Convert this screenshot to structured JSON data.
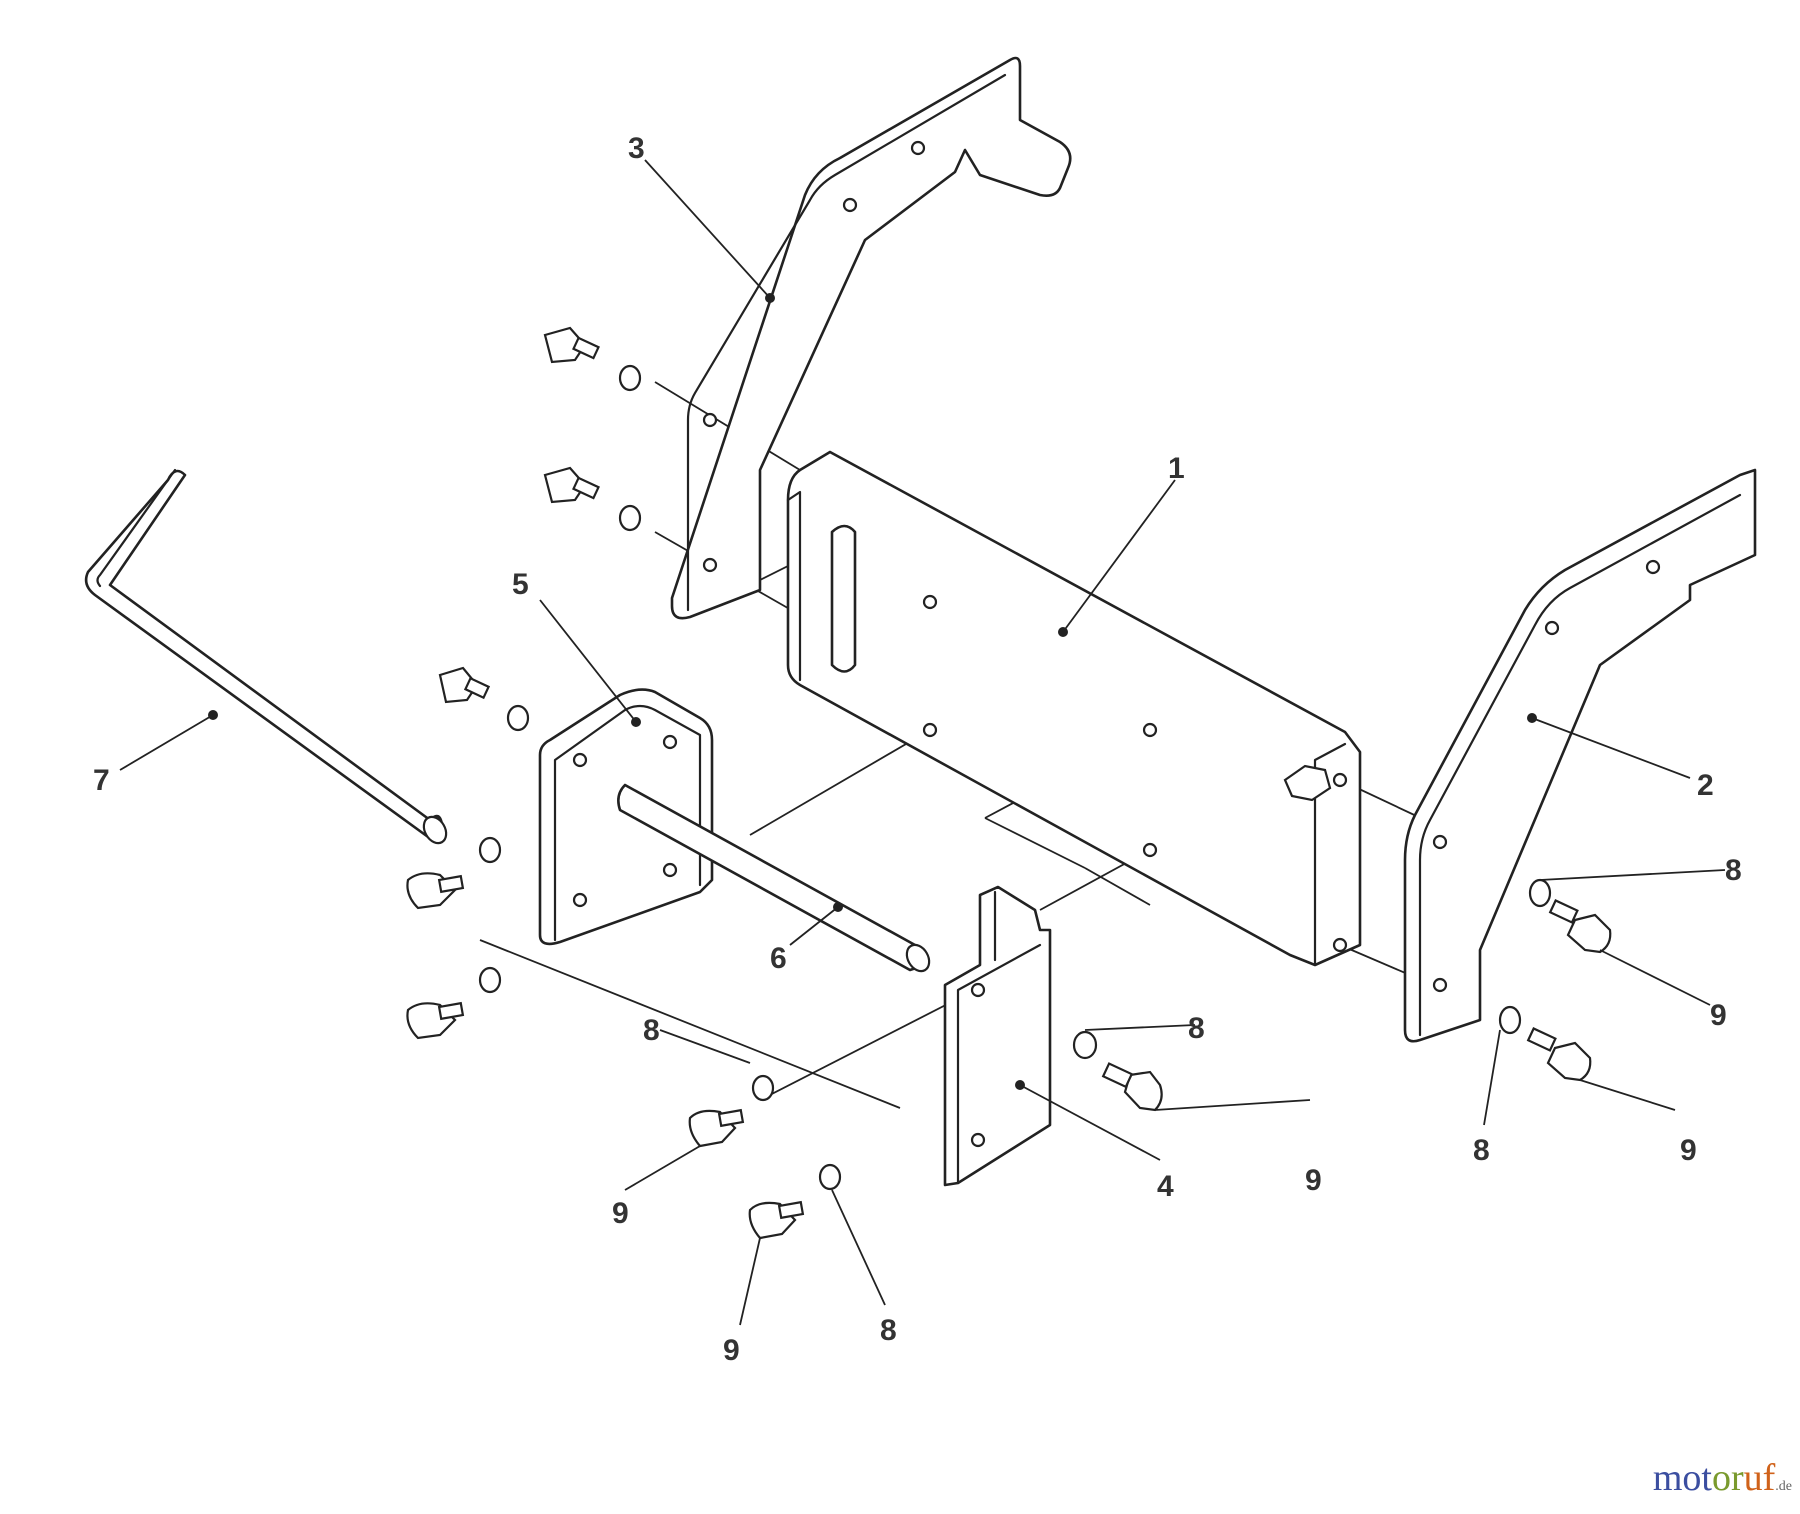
{
  "callouts": {
    "c1": "1",
    "c2": "2",
    "c3": "3",
    "c4": "4",
    "c5": "5",
    "c6": "6",
    "c7": "7",
    "c8": "8",
    "c9": "9"
  },
  "watermark": {
    "part1": "mot",
    "part2": "or",
    "part3": "uf",
    "suffix": ".de"
  }
}
